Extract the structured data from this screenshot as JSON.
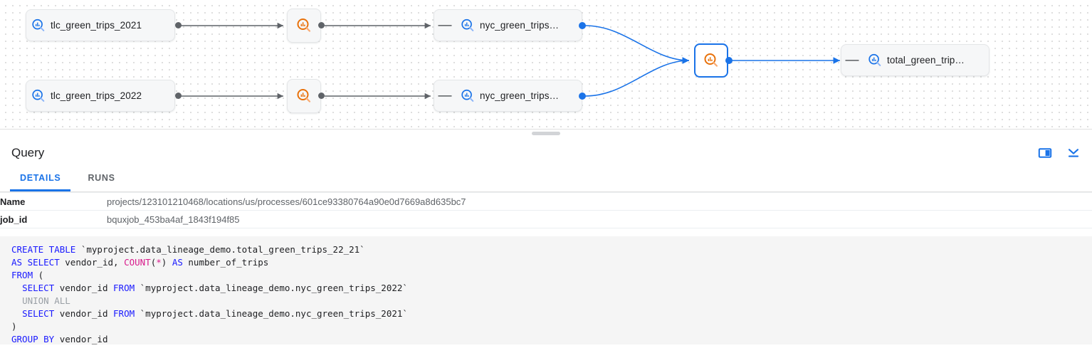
{
  "graph": {
    "nodes": [
      {
        "id": "tlc2021",
        "type": "dataset",
        "label": "tlc_green_trips_2021",
        "collapsible": false
      },
      {
        "id": "tlc2022",
        "type": "dataset",
        "label": "tlc_green_trips_2022",
        "collapsible": false
      },
      {
        "id": "proc_a",
        "type": "process",
        "label": "",
        "collapsible": false
      },
      {
        "id": "proc_b",
        "type": "process",
        "label": "",
        "collapsible": false
      },
      {
        "id": "nyc2021",
        "type": "dataset",
        "label": "nyc_green_trips…",
        "collapsible": true
      },
      {
        "id": "nyc2022",
        "type": "dataset",
        "label": "nyc_green_trips…",
        "collapsible": true
      },
      {
        "id": "proc_sel",
        "type": "process",
        "label": "",
        "collapsible": false,
        "selected": true
      },
      {
        "id": "total",
        "type": "dataset",
        "label": "total_green_trip…",
        "collapsible": true
      }
    ],
    "collapse_glyph": "—",
    "icon_dataset": "dataset-search-icon",
    "icon_process": "process-search-icon",
    "colors": {
      "selected": "#1a73e8",
      "edge": "#5f6368",
      "process": "#e8710a",
      "dataset": "#1a73e8"
    }
  },
  "panel": {
    "title": "Query",
    "actions": [
      {
        "name": "split-panel-icon",
        "label": "Split panel"
      },
      {
        "name": "collapse-panel-icon",
        "label": "Collapse"
      }
    ],
    "tabs": [
      {
        "label": "DETAILS",
        "active": true
      },
      {
        "label": "RUNS",
        "active": false
      }
    ],
    "details": [
      {
        "key": "Name",
        "value": "projects/123101210468/locations/us/processes/601ce93380764a90e0d7669a8d635bc7"
      },
      {
        "key": "job_id",
        "value": "bquxjob_453ba4af_1843f194f85"
      }
    ]
  },
  "sql": {
    "lines": [
      [
        {
          "t": "CREATE TABLE ",
          "c": "kw"
        },
        {
          "t": "`myproject.data_lineage_demo.total_green_trips_22_21`",
          "c": ""
        }
      ],
      [
        {
          "t": "AS SELECT ",
          "c": "kw"
        },
        {
          "t": "vendor_id, ",
          "c": ""
        },
        {
          "t": "COUNT",
          "c": "fn"
        },
        {
          "t": "(",
          "c": ""
        },
        {
          "t": "*",
          "c": "op"
        },
        {
          "t": ") ",
          "c": ""
        },
        {
          "t": "AS ",
          "c": "kw"
        },
        {
          "t": "number_of_trips",
          "c": ""
        }
      ],
      [
        {
          "t": "FROM ",
          "c": "kw"
        },
        {
          "t": "(",
          "c": ""
        }
      ],
      [
        {
          "t": "  ",
          "c": ""
        },
        {
          "t": "SELECT ",
          "c": "kw"
        },
        {
          "t": "vendor_id ",
          "c": ""
        },
        {
          "t": "FROM ",
          "c": "kw"
        },
        {
          "t": "`myproject.data_lineage_demo.nyc_green_trips_2022`",
          "c": ""
        }
      ],
      [
        {
          "t": "  ",
          "c": ""
        },
        {
          "t": "UNION ALL",
          "c": "mut"
        }
      ],
      [
        {
          "t": "  ",
          "c": ""
        },
        {
          "t": "SELECT ",
          "c": "kw"
        },
        {
          "t": "vendor_id ",
          "c": ""
        },
        {
          "t": "FROM ",
          "c": "kw"
        },
        {
          "t": "`myproject.data_lineage_demo.nyc_green_trips_2021`",
          "c": ""
        }
      ],
      [
        {
          "t": ")",
          "c": ""
        }
      ],
      [
        {
          "t": "GROUP BY ",
          "c": "kw"
        },
        {
          "t": "vendor_id",
          "c": ""
        }
      ]
    ]
  }
}
